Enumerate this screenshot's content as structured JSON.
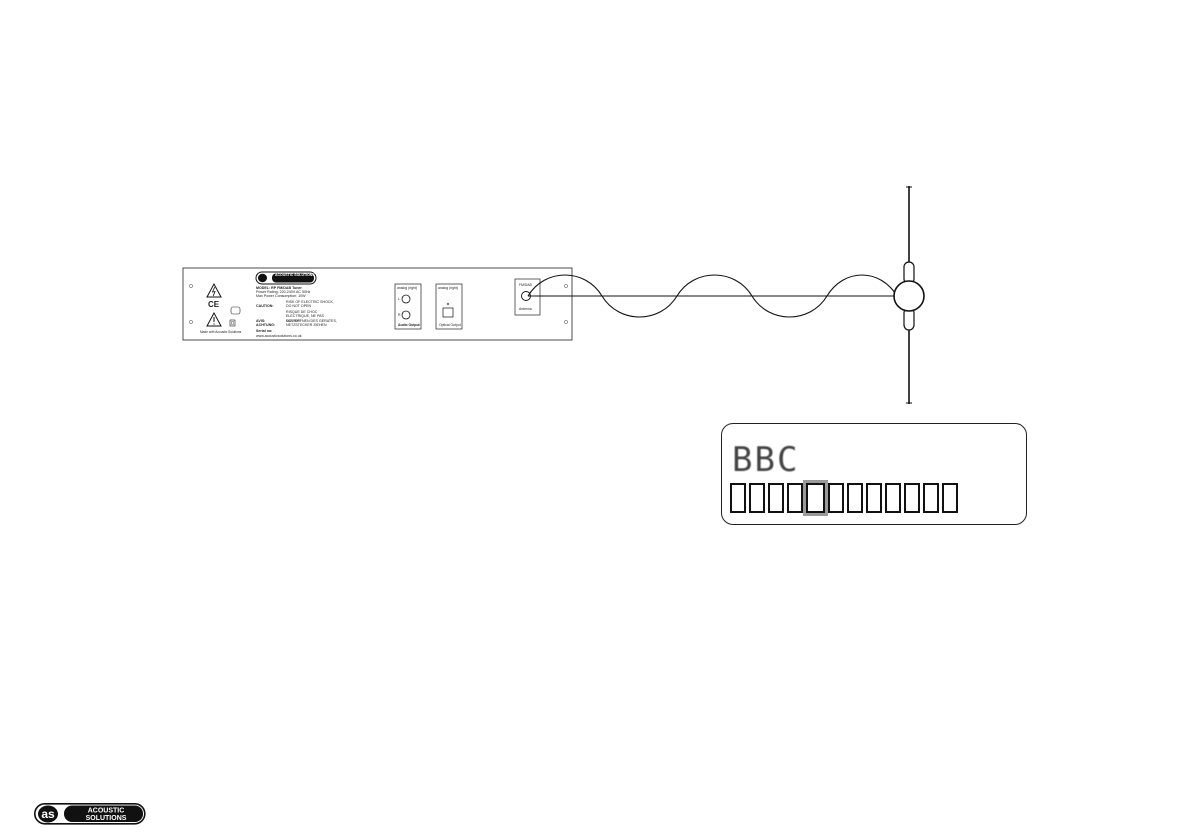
{
  "rear_panel": {
    "brand_name": "ACOUSTIC SOLUTIONS",
    "model_line": "MODEL: RP FM/DAB Tuner",
    "power_line": "Power Rating: 220-240V AC 50Hz",
    "consumption_line": "Max Power Consumption: 10W",
    "caution_key": "CAUTION:",
    "caution_text": "RISK OF ELECTRIC SHOCK, DO NOT OPEN",
    "avis_key": "AVIS:",
    "avis_text": "RISQUE DE CHOC ELECTRIQUE, NE PAS OUVRIR",
    "achtung_key": "ACHTUNG:",
    "achtung_text": "VOR OFFNEN DES GERATES, NETZSTECKER ZIEHEN",
    "serial_label": "Serial no:",
    "website": "www.acousticsolutions.co.uk",
    "made_in": "Made with Acoustic Solutions",
    "ce_mark": "CE",
    "analog_label_1": "analog (right)",
    "analog_label_2": "analog (right)",
    "audio_output_label": "Audio Output",
    "optical_output_label": "Optical Output",
    "channel_l": "L",
    "channel_r": "R",
    "antenna_top_label": "FM/DAB",
    "antenna_bottom_label": "Antenna"
  },
  "lcd": {
    "line1": "BBC",
    "line2_cells": 12,
    "cursor_index": 4
  },
  "footer_logo": {
    "mark": "as",
    "line1": "ACOUSTIC",
    "line2": "SOLUTIONS"
  }
}
